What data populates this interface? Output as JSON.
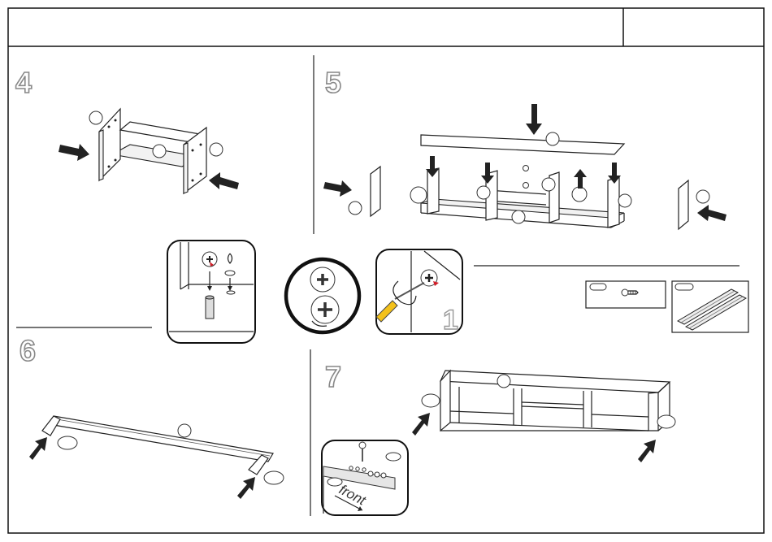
{
  "steps": {
    "step4": {
      "number": "4"
    },
    "step5": {
      "number": "5"
    },
    "step6": {
      "number": "6"
    },
    "step7": {
      "number": "7"
    }
  },
  "details": {
    "turn_indicator": "1",
    "front_label": "front"
  },
  "colors": {
    "line": "#222222",
    "step_number_outline": "#888888",
    "screwdriver_handle": "#f3c11b",
    "marker_red": "#d0202a"
  },
  "icons": [
    "cam-lock-icon",
    "screwdriver-icon",
    "screw-icon",
    "drawer-slide-icon",
    "push-arrow-icon"
  ]
}
